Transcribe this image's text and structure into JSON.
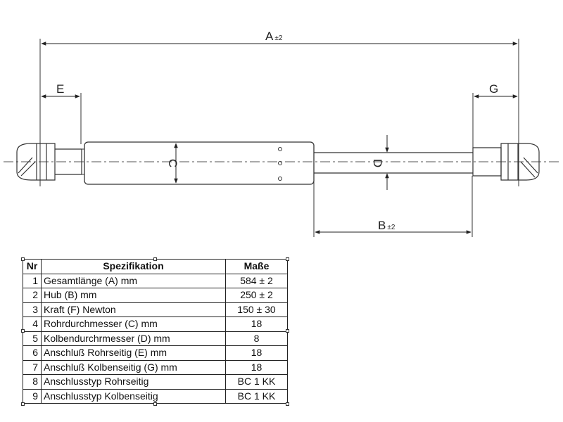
{
  "diagram": {
    "labels": {
      "A": "A",
      "A_tol": "±2",
      "B": "B",
      "B_tol": "±2",
      "C": "C",
      "D": "D",
      "E": "E",
      "G": "G"
    }
  },
  "table": {
    "headers": {
      "nr": "Nr",
      "spec": "Spezifikation",
      "value": "Maße"
    },
    "rows": [
      {
        "nr": "1",
        "spec": "Gesamtlänge (A) mm",
        "value": "584 ± 2"
      },
      {
        "nr": "2",
        "spec": "Hub (B)  mm",
        "value": "250 ± 2"
      },
      {
        "nr": "3",
        "spec": "Kraft (F) Newton",
        "value": "150 ± 30"
      },
      {
        "nr": "4",
        "spec": "Rohrdurchmesser (C) mm",
        "value": "18"
      },
      {
        "nr": "5",
        "spec": "Kolbendurchrmesser (D) mm",
        "value": "8"
      },
      {
        "nr": "6",
        "spec": "Anschluß Rohrseitig (E) mm",
        "value": "18"
      },
      {
        "nr": "7",
        "spec": "Anschluß Kolbenseitig (G) mm",
        "value": "18"
      },
      {
        "nr": "8",
        "spec": "Anschlusstyp Rohrseitig",
        "value": "BC 1 KK"
      },
      {
        "nr": "9",
        "spec": "Anschlusstyp Kolbenseitig",
        "value": "BC 1 KK"
      }
    ]
  }
}
